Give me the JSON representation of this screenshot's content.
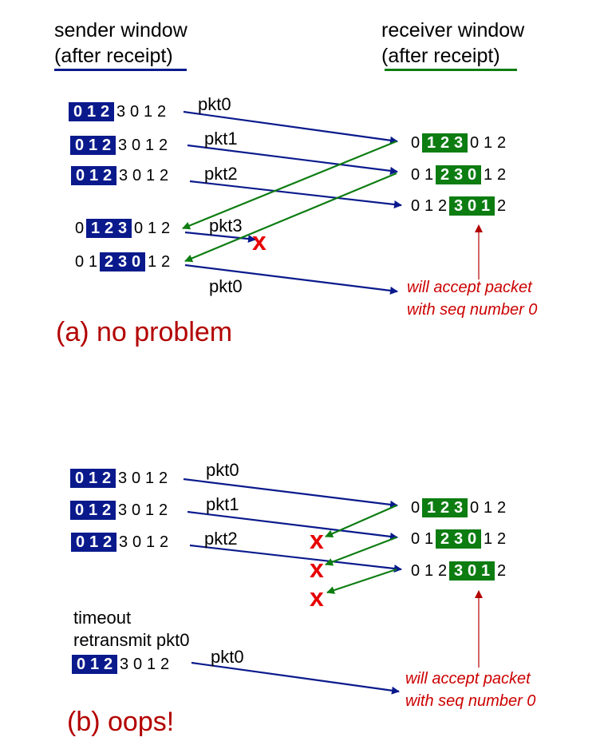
{
  "headers": {
    "sender": [
      "sender window",
      "(after receipt)"
    ],
    "receiver": [
      "receiver window",
      "(after receipt)"
    ]
  },
  "colors": {
    "sender": "#0a1a8c",
    "receiver": "#0d7d12",
    "loss": "#e60000",
    "note": "#cc0000"
  },
  "part_a": {
    "caption": "(a) no problem",
    "sender_rows": [
      {
        "digits": [
          "0",
          "1",
          "2",
          "3",
          "0",
          "1",
          "2"
        ],
        "window": [
          0,
          2
        ]
      },
      {
        "digits": [
          "0",
          "1",
          "2",
          "3",
          "0",
          "1",
          "2"
        ],
        "window": [
          0,
          2
        ]
      },
      {
        "digits": [
          "0",
          "1",
          "2",
          "3",
          "0",
          "1",
          "2"
        ],
        "window": [
          0,
          2
        ]
      },
      {
        "digits": [
          "0",
          "1",
          "2",
          "3",
          "0",
          "1",
          "2"
        ],
        "window": [
          1,
          3
        ]
      },
      {
        "digits": [
          "0",
          "1",
          "2",
          "3",
          "0",
          "1",
          "2"
        ],
        "window": [
          2,
          4
        ]
      }
    ],
    "receiver_rows": [
      {
        "digits": [
          "0",
          "1",
          "2",
          "3",
          "0",
          "1",
          "2"
        ],
        "window": [
          1,
          3
        ]
      },
      {
        "digits": [
          "0",
          "1",
          "2",
          "3",
          "0",
          "1",
          "2"
        ],
        "window": [
          2,
          4
        ]
      },
      {
        "digits": [
          "0",
          "1",
          "2",
          "3",
          "0",
          "1",
          "2"
        ],
        "window": [
          3,
          5
        ]
      }
    ],
    "packets": [
      "pkt0",
      "pkt1",
      "pkt2",
      "pkt3",
      "pkt0"
    ],
    "loss_marks": [
      "x"
    ],
    "note": [
      "will accept packet",
      "with seq number 0"
    ]
  },
  "part_b": {
    "caption": "(b) oops!",
    "sender_rows": [
      {
        "digits": [
          "0",
          "1",
          "2",
          "3",
          "0",
          "1",
          "2"
        ],
        "window": [
          0,
          2
        ]
      },
      {
        "digits": [
          "0",
          "1",
          "2",
          "3",
          "0",
          "1",
          "2"
        ],
        "window": [
          0,
          2
        ]
      },
      {
        "digits": [
          "0",
          "1",
          "2",
          "3",
          "0",
          "1",
          "2"
        ],
        "window": [
          0,
          2
        ]
      },
      {
        "digits": [
          "0",
          "1",
          "2",
          "3",
          "0",
          "1",
          "2"
        ],
        "window": [
          0,
          2
        ]
      }
    ],
    "receiver_rows": [
      {
        "digits": [
          "0",
          "1",
          "2",
          "3",
          "0",
          "1",
          "2"
        ],
        "window": [
          1,
          3
        ]
      },
      {
        "digits": [
          "0",
          "1",
          "2",
          "3",
          "0",
          "1",
          "2"
        ],
        "window": [
          2,
          4
        ]
      },
      {
        "digits": [
          "0",
          "1",
          "2",
          "3",
          "0",
          "1",
          "2"
        ],
        "window": [
          3,
          5
        ]
      }
    ],
    "packets": [
      "pkt0",
      "pkt1",
      "pkt2",
      "pkt0"
    ],
    "loss_marks": [
      "x",
      "x",
      "x"
    ],
    "timeout": [
      "timeout",
      "retransmit pkt0"
    ],
    "note": [
      "will accept packet",
      "with seq number 0"
    ]
  }
}
